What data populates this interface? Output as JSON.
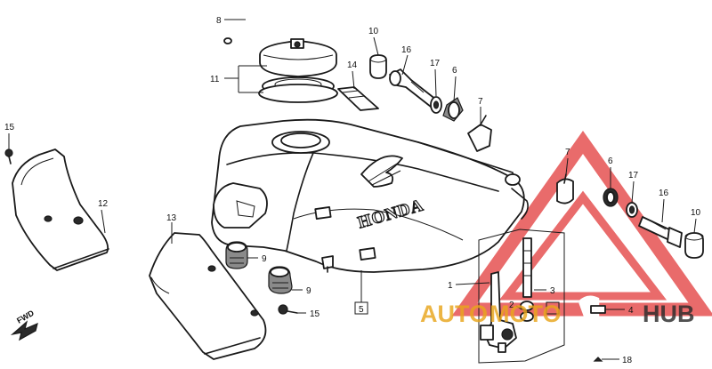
{
  "diagram": {
    "brand_text": "HONDA",
    "fwd_label": "FWD",
    "watermark": {
      "left": "AUTO",
      "mid": "MOTO",
      "right": "HUB",
      "accent": "#e23a3a",
      "gold": "#e9a51c",
      "dark": "#2b2b2b"
    },
    "callouts": {
      "c1": "1",
      "c2": "2",
      "c3": "3",
      "c4": "4",
      "c5": "5",
      "c6a": "6",
      "c6b": "6",
      "c7a": "7",
      "c7b": "7",
      "c8": "8",
      "c9a": "9",
      "c9b": "9",
      "c10a": "10",
      "c10b": "10",
      "c11": "11",
      "c12": "12",
      "c13": "13",
      "c14": "14",
      "c15a": "15",
      "c15b": "15",
      "c16a": "16",
      "c16b": "16",
      "c17a": "17",
      "c17b": "17",
      "c18": "18"
    }
  }
}
